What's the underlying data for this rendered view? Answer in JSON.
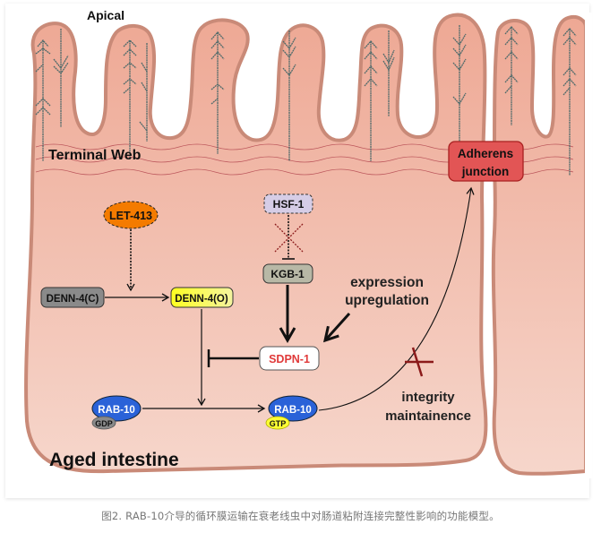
{
  "figure": {
    "labels": {
      "apical": "Apical",
      "terminal_web": "Terminal Web",
      "aged_intestine": "Aged intestine",
      "expression_upregulation_line1": "expression",
      "expression_upregulation_line2": "upregulation",
      "integrity_line1": "integrity",
      "integrity_line2": "maintainence"
    },
    "nodes": {
      "let413": "LET-413",
      "denn4_c": "DENN-4(C)",
      "denn4_o": "DENN-4(O)",
      "hsf1": "HSF-1",
      "kgb1": "KGB-1",
      "sdpn1": "SDPN-1",
      "rab10_gdp": "RAB-10",
      "gdp": "GDP",
      "rab10_gtp": "RAB-10",
      "gtp": "GTP",
      "adherens_line1": "Adherens",
      "adherens_line2": "junction"
    },
    "colors": {
      "cell_fill": "#f0b6a4",
      "cell_outline": "#c98a78",
      "let413": "#f47b00",
      "denn4_c": "#8a8a8a",
      "denn4_o": "#ffff33",
      "hsf1": "#d6cde6",
      "kgb1": "#b8b8a6",
      "sdpn1_text": "#e03a3a",
      "rab10": "#2a62d8",
      "gdp": "#8a8a8a",
      "gtp": "#ffff33",
      "adherens": "#e25555",
      "block_mark": "#8b1a1a"
    }
  },
  "caption": "图2. RAB-10介导的循环膜运输在衰老线虫中对肠道粘附连接完整性影响的功能模型。"
}
